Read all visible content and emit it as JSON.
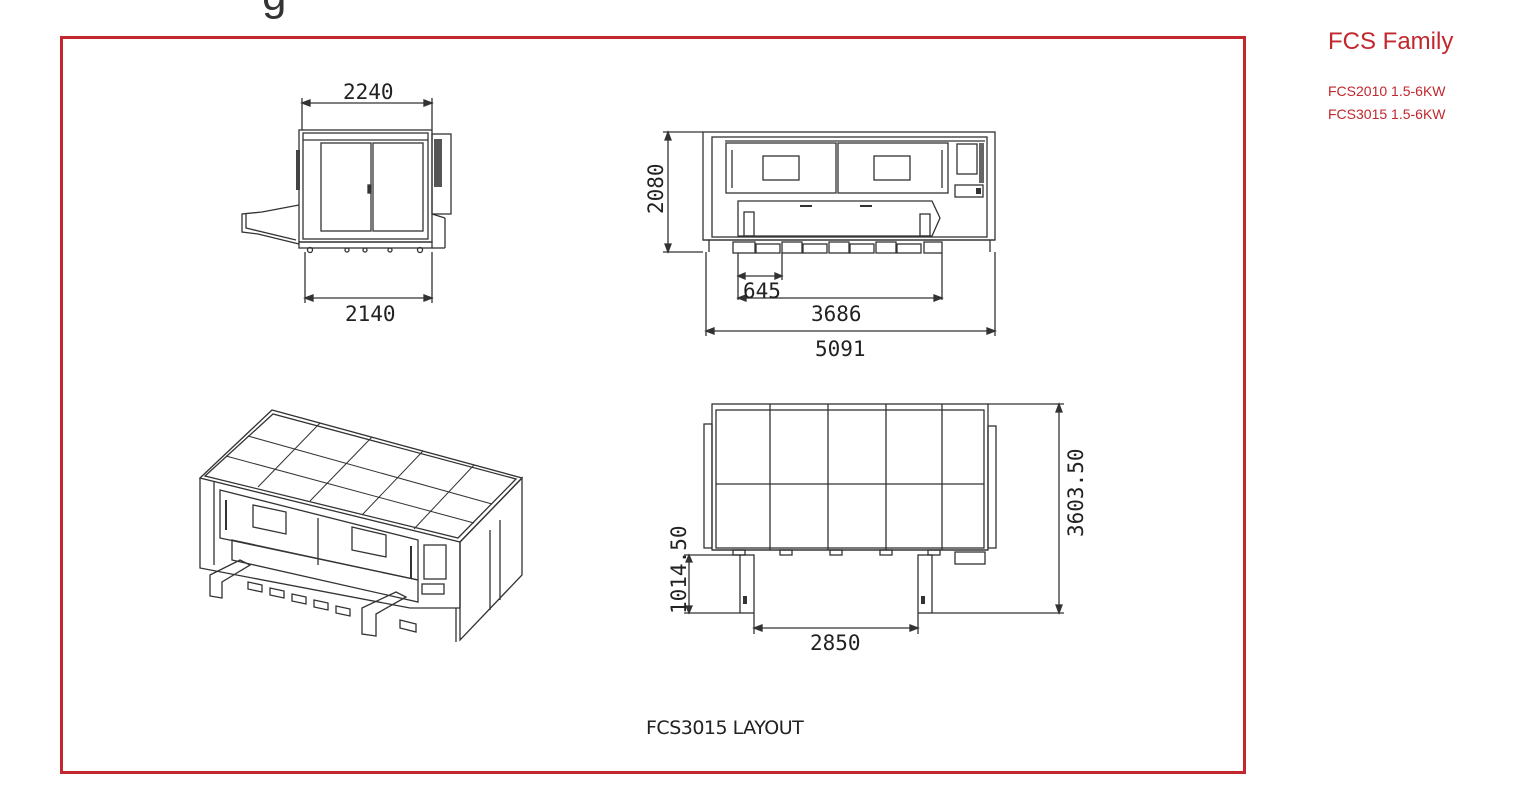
{
  "page": {
    "heading_fragment": "g"
  },
  "sidebar": {
    "title": "FCS Family",
    "links": [
      "FCS2010 1.5-6KW",
      "FCS3015 1.5-6KW"
    ]
  },
  "drawing": {
    "caption": "FCS3015 LAYOUT",
    "dimensions": {
      "side_top_width": "2240",
      "side_bottom_width": "2140",
      "front_height": "2080",
      "front_sub": "645",
      "front_inner": "3686",
      "front_total": "5091",
      "top_depth": "3603.50",
      "top_offset": "1014.50",
      "top_width": "2850"
    }
  },
  "colors": {
    "accent": "#c1272d",
    "line": "#333333"
  }
}
